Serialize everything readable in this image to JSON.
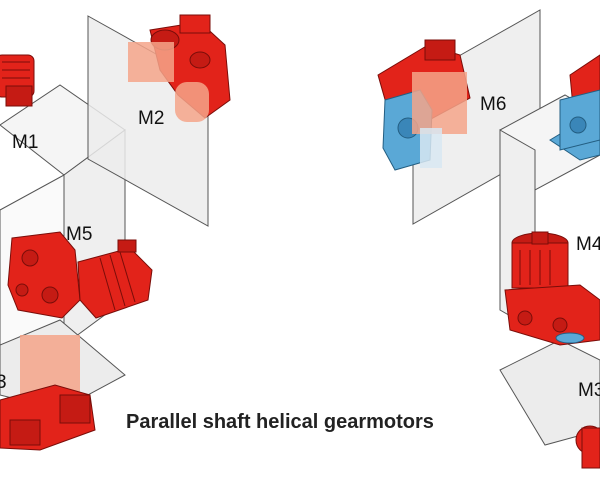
{
  "caption": "Parallel shaft helical gearmotors",
  "positions": {
    "m1": "M1",
    "m2": "M2",
    "m3_left": "3",
    "m3_right": "M3",
    "m4": "M4",
    "m5": "M5",
    "m6": "M6"
  },
  "colors": {
    "motor_red": "#e2231a",
    "motor_dark": "#a8140f",
    "ghost_salmon": "#f4a58a",
    "flange_blue": "#5aa8d6",
    "plane_fill": "#eeeeee",
    "cube_fill": "#f7f7f7",
    "outline": "#333333"
  }
}
